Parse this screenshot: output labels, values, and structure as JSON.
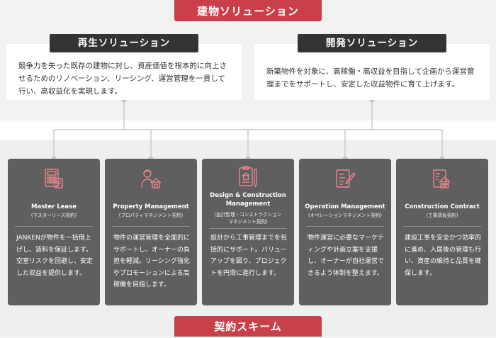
{
  "header": {
    "label": "建物ソリューション"
  },
  "solutions": {
    "left": {
      "title": "再生ソリューション",
      "description": "競争力を失った既存の建物に対し、資産価値を根本的に向上させるためのリノベーション、リーシング、運営管理を一貫して行い、高収益化を実現します。"
    },
    "right": {
      "title": "開発ソリューション",
      "description": "新築物件を対象に、高稼働・高収益を目指して企画から運営管理までをサポートし、安定した収益物件に育て上げます。"
    }
  },
  "cards": [
    {
      "icon": "calculator-icon",
      "title": "Master Lease",
      "subtitle": "(マスターリース契約)",
      "description": "JANKENが物件を一括借上げし、賃料を保証します。空室リスクを回避し、安定した収益を提供します。"
    },
    {
      "icon": "person-house-icon",
      "title": "Property Management",
      "subtitle": "(プロパティマネジメント契約)",
      "description": "物件の運営管理を全面的にサポートし、オーナーの負担を軽減。リーシング強化やプロモーションによる高稼働を目指します。"
    },
    {
      "icon": "blueprint-pen-icon",
      "title_line1": "Design & Construction",
      "title_line2": "Management",
      "subtitle_line1": "(設計監理・コンストラクション",
      "subtitle_line2": "マネジメント契約)",
      "description": "設計から工事管理までを包括的にサポート。バリューアップを図り、プロジェクトを円滑に進行します。"
    },
    {
      "icon": "document-pen-icon",
      "title": "Operation Management",
      "subtitle": "(オペレーションマネジメント契約)",
      "description": "物件運営に必要なマーケティングや計画立案を支援し、オーナーが自社運営できるよう体制を整えます。"
    },
    {
      "icon": "building-checklist-icon",
      "title": "Construction Contract",
      "subtitle": "(工事請負契約)",
      "description": "建設工事を安全かつ効率的に進め、入居後の管理も行い、資産の維持と品質を確保します。"
    }
  ],
  "footer": {
    "label": "契約スキーム"
  },
  "colors": {
    "accent": "#c9404a",
    "dark": "#333333",
    "card": "#5f5f5f",
    "connector": "#c8c8c8"
  }
}
